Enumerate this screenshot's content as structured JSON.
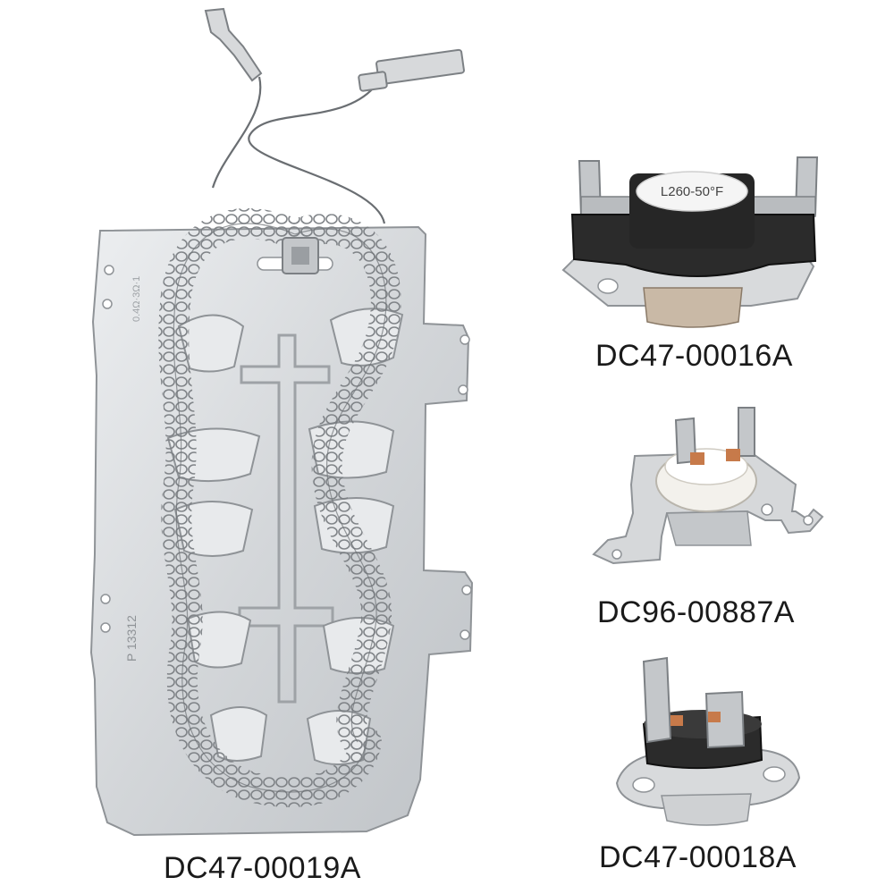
{
  "parts": {
    "heater": {
      "label": "DC47-00019A",
      "stamp_1": "P 13312",
      "stamp_2": "0.4Ω·3Ω·1"
    },
    "thermostat_high_limit": {
      "label": "DC47-00016A",
      "sticker": "L260-50°F"
    },
    "thermal_fuse": {
      "label": "DC96-00887A"
    },
    "thermostat_cutoff": {
      "label": "DC47-00018A"
    }
  },
  "colors": {
    "metal": "#d4d6d8",
    "metal_dark": "#9a9ea2",
    "coil": "#7c8084",
    "thermostat_body": "#2b2b2b",
    "ceramic": "#f1efe9",
    "copper": "#c77a4a"
  }
}
